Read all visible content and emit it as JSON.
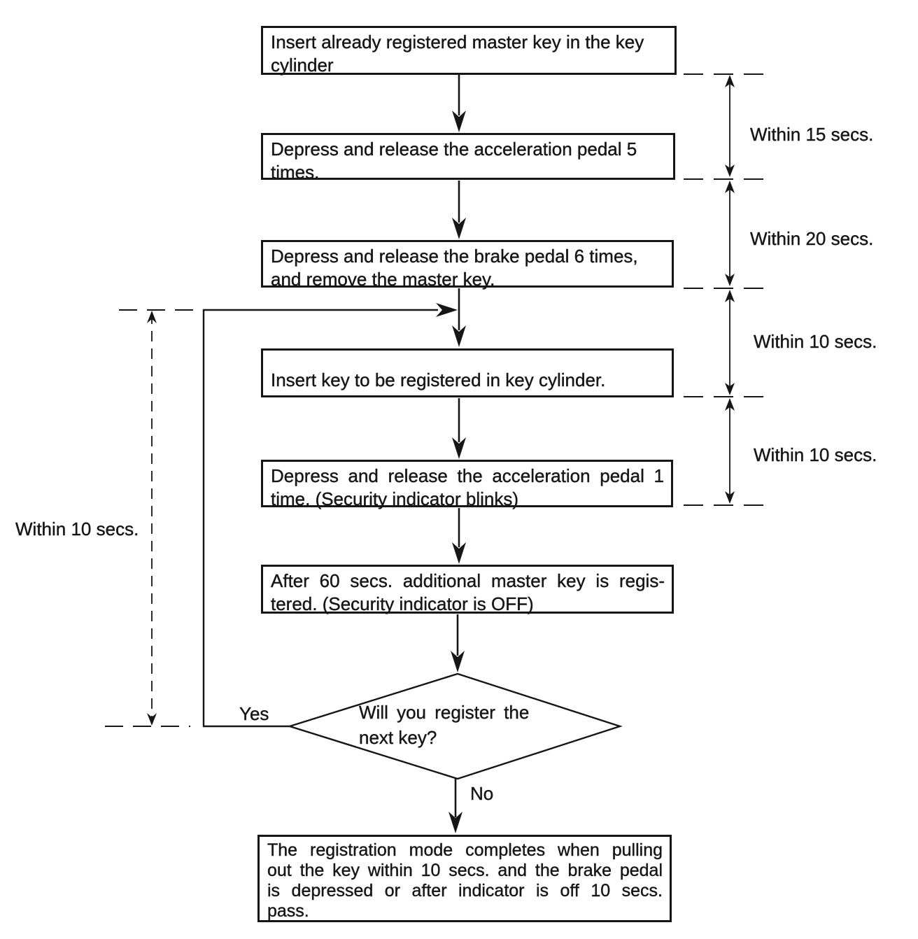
{
  "page": {
    "background": "#ffffff",
    "ink": "#161616"
  },
  "flowchart": {
    "boxes": [
      {
        "name": "insert-master-key",
        "lines": [
          "Insert already registered master key in the key",
          "cylinder"
        ]
      },
      {
        "name": "accel-pedal-5-times",
        "lines": [
          "Depress and release the acceleration pedal 5",
          "times."
        ]
      },
      {
        "name": "brake-pedal-6-times",
        "lines": [
          "Depress and release the brake pedal 6 times,",
          "and remove the master key."
        ]
      },
      {
        "name": "insert-key-to-register",
        "lines": [
          "Insert key to be registered in key cylinder."
        ]
      },
      {
        "name": "accel-pedal-1-time",
        "lines": [
          "Depress and release the acceleration pedal 1",
          "time. (Security indicator blinks)"
        ]
      },
      {
        "name": "master-key-registered",
        "lines": [
          "After 60 secs. additional master key is regis-",
          "tered. (Security indicator is OFF)"
        ]
      },
      {
        "name": "registration-mode-completes",
        "lines": [
          "The registration mode completes when pulling",
          "out the key within 10 secs. and the brake pedal",
          "is depressed or after indicator is off 10 secs.",
          "pass."
        ]
      }
    ],
    "decision": {
      "lines": [
        "Will you register the",
        "next key?"
      ]
    },
    "branch_labels": {
      "yes": "Yes",
      "no": "No"
    },
    "timing_labels": {
      "right": [
        "Within 15 secs.",
        "Within 20 secs.",
        "Within 10 secs.",
        "Within 10 secs."
      ],
      "left": "Within 10 secs."
    }
  }
}
